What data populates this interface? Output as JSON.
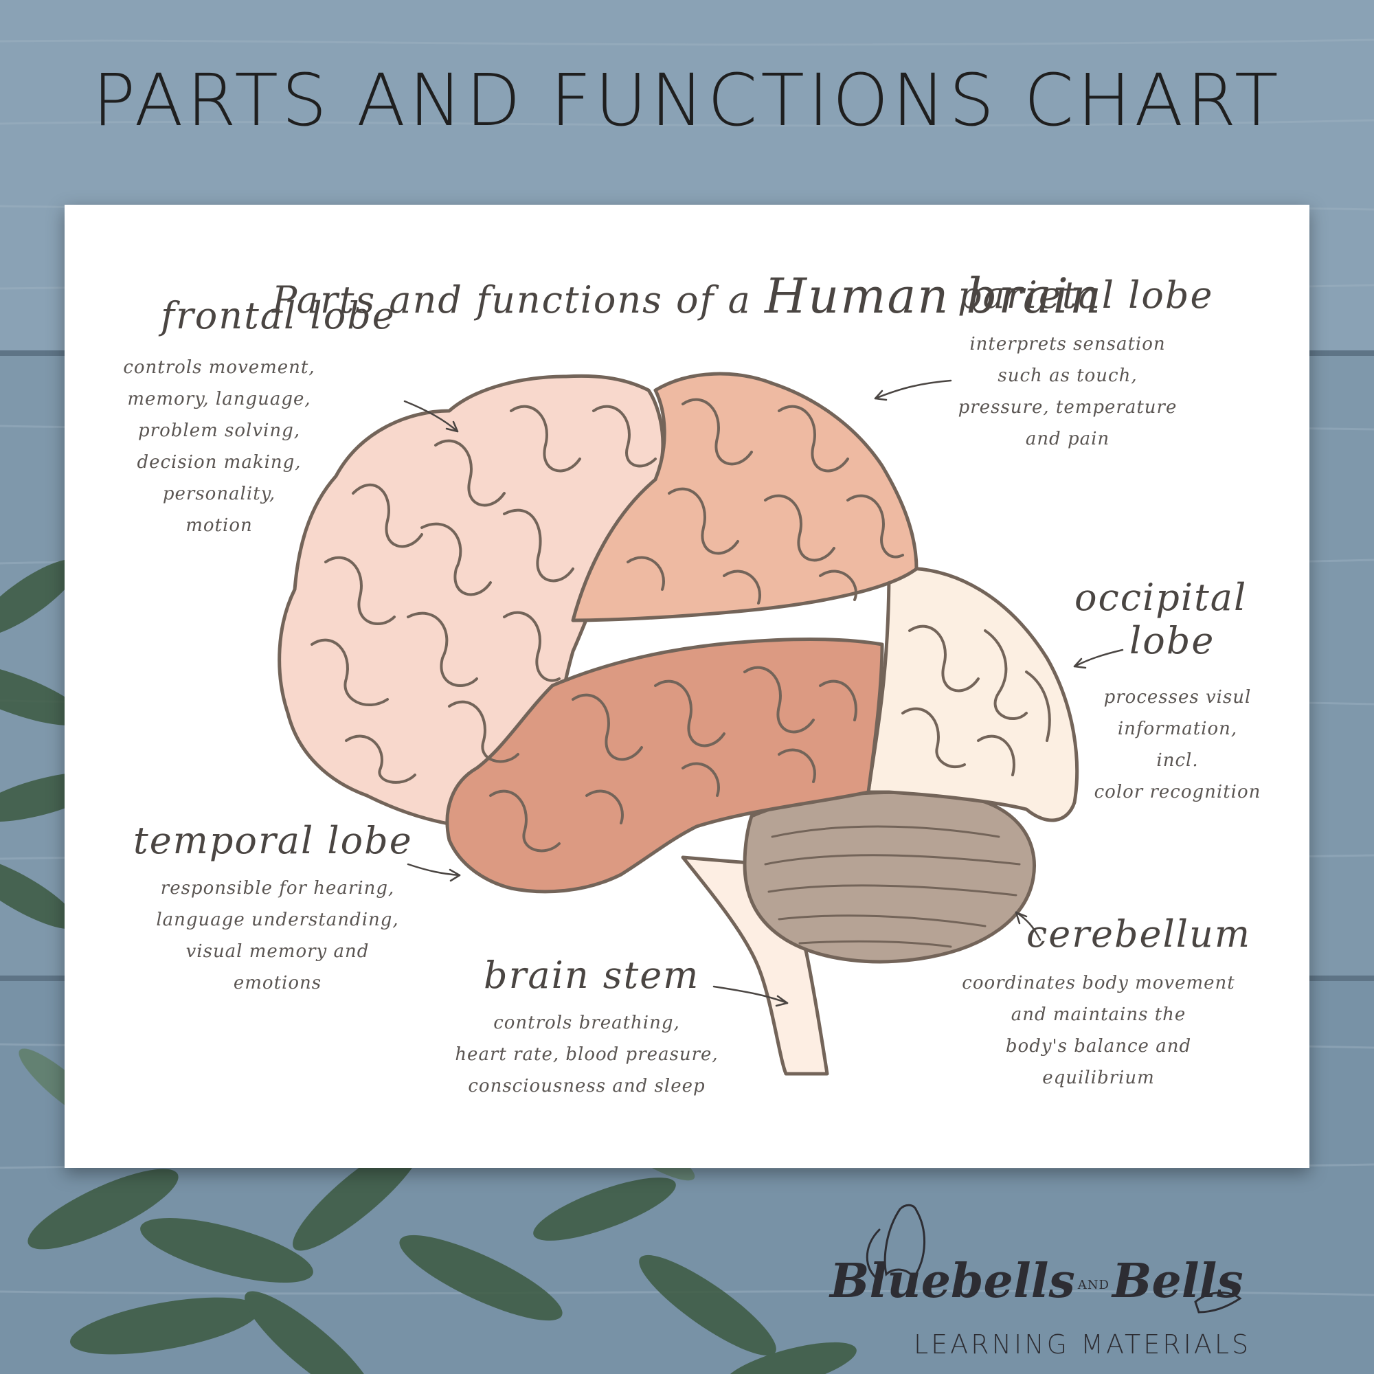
{
  "heading": "PARTS AND FUNCTIONS CHART",
  "subtitle_small": "Parts and functions of a",
  "subtitle_big": "Human brain",
  "parts": {
    "frontal": {
      "label": "frontal lobe",
      "lines": [
        "controls movement,",
        "memory, language,",
        "problem solving,",
        "decision making,",
        "personality,",
        "motion"
      ]
    },
    "parietal": {
      "label": "parietal lobe",
      "lines": [
        "interprets sensation",
        "such as touch,",
        "pressure, temperature",
        "and pain"
      ]
    },
    "occipital": {
      "label_line1": "occipital",
      "label_line2": "lobe",
      "lines": [
        "processes visul",
        "information,",
        "incl.",
        "color recognition"
      ]
    },
    "temporal": {
      "label": "temporal lobe",
      "lines": [
        "responsible for hearing,",
        "language understanding,",
        "visual memory and",
        "emotions"
      ]
    },
    "brainstem": {
      "label": "brain stem",
      "lines": [
        "controls breathing,",
        "heart rate, blood preasure,",
        "consciousness and sleep"
      ]
    },
    "cerebellum": {
      "label": "cerebellum",
      "lines": [
        "coordinates body movement",
        "and maintains the",
        "body's balance and",
        "equilibrium"
      ]
    }
  },
  "colors": {
    "frontal": "#f8d8cc",
    "parietal": "#eebaa2",
    "temporal": "#dc9a82",
    "occipital": "#fcefe2",
    "cerebellum": "#b6a395",
    "brainstem": "#fdeee3",
    "outline": "#736459"
  },
  "brand": {
    "name_left": "Bluebells",
    "and": "AND",
    "name_right": "Bells",
    "tagline": "LEARNING MATERIALS"
  }
}
